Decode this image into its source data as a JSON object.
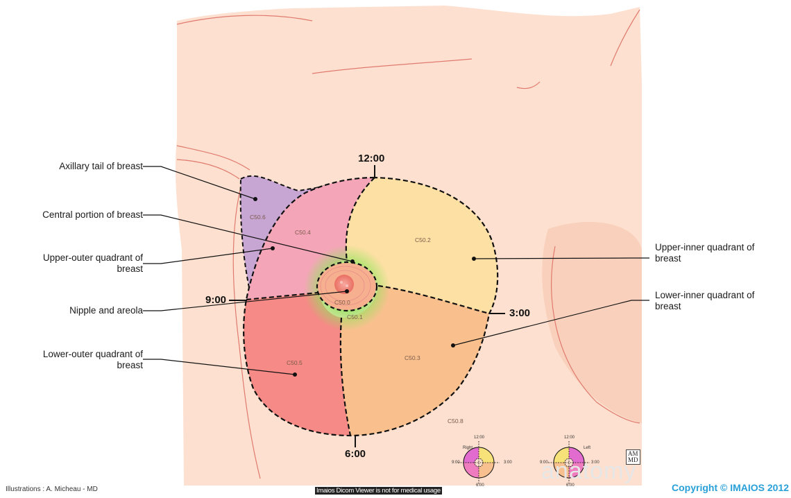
{
  "labels": {
    "axillary_tail": "Axillary tail of breast",
    "central_portion": "Central portion of breast",
    "upper_outer": "Upper-outer quadrant of\nbreast",
    "nipple_areola": "Nipple and areola",
    "lower_outer": "Lower-outer quadrant of\nbreast",
    "upper_inner": "Upper-inner quadrant of\nbreast",
    "lower_inner": "Lower-inner quadrant of\nbreast"
  },
  "clock": {
    "twelve": "12:00",
    "three": "3:00",
    "six": "6:00",
    "nine": "9:00"
  },
  "codes": {
    "c50_0": "C50.0",
    "c50_1": "C50.1",
    "c50_2": "C50.2",
    "c50_3": "C50.3",
    "c50_4": "C50.4",
    "c50_5": "C50.5",
    "c50_6": "C50.6",
    "c50_8": "C50.8"
  },
  "minimaps": {
    "right": {
      "title": "Right",
      "twelve": "12:00",
      "three": "3:00",
      "six": "6:00",
      "nine": "9:00"
    },
    "left": {
      "title": "Left",
      "twelve": "12:00",
      "three": "3:00",
      "six": "6:00",
      "nine": "9:00"
    }
  },
  "footer": {
    "credit": "Illustrations : A. Micheau - MD",
    "notice": "Imaios Dicom Viewer is not for medical usage",
    "copyright": "Copyright © IMAIOS 2012",
    "brand": "anatomy",
    "monogram_top": "AM",
    "monogram_bottom": "MD"
  },
  "colors": {
    "skin": "#fde0cf",
    "skin_line": "#e07a6e",
    "upper_outer": "#f5a5b8",
    "upper_inner": "#fde0a4",
    "lower_outer": "#f58a86",
    "lower_inner": "#f9c08e",
    "axillary": "#c8a6d4",
    "central_glow": "#7be05a",
    "copyright": "#28a0d8"
  }
}
